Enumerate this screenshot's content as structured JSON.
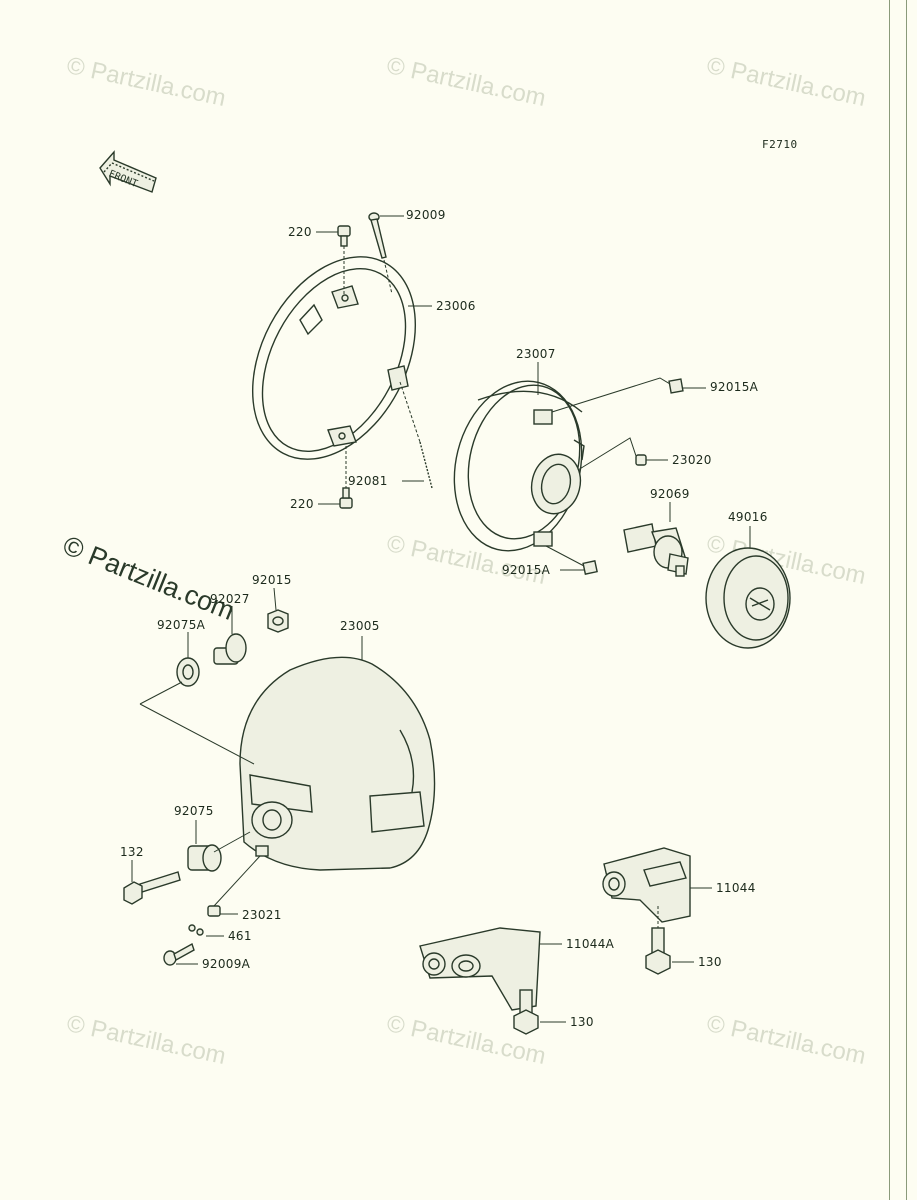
{
  "figure_code": "F2710",
  "front_arrow_label": "FRONT",
  "watermarks": {
    "text": "© Partzilla.com",
    "large_text": "© Partzilla.com"
  },
  "labels": {
    "p220_top": "220",
    "p92009": "92009",
    "p23006": "23006",
    "p23007": "23007",
    "p92015A_top": "92015A",
    "p23020": "23020",
    "p92081": "92081",
    "p220_bottom": "220",
    "p92069": "92069",
    "p49016": "49016",
    "p92015A_bottom": "92015A",
    "p92015": "92015",
    "p92027": "92027",
    "p92075A": "92075A",
    "p23005": "23005",
    "p92075": "92075",
    "p132": "132",
    "p23021": "23021",
    "p461": "461",
    "p92009A": "92009A",
    "p11044": "11044",
    "p11044A": "11044A",
    "p130_right": "130",
    "p130_bottom": "130"
  }
}
